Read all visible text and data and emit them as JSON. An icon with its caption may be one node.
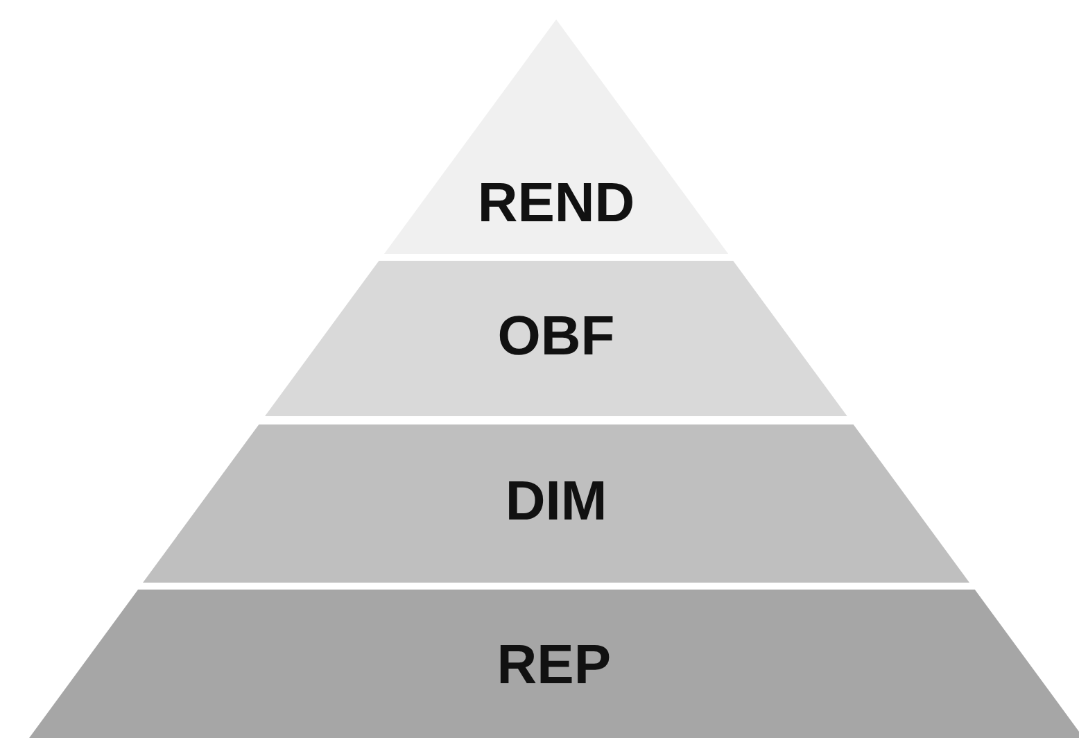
{
  "diagram": {
    "nodes": [
      {
        "text": [
          "REND"
        ]
      },
      {
        "text": [
          "OBF"
        ]
      },
      {
        "text": [
          "DIM"
        ]
      },
      {
        "text": [
          "REP"
        ]
      }
    ]
  }
}
